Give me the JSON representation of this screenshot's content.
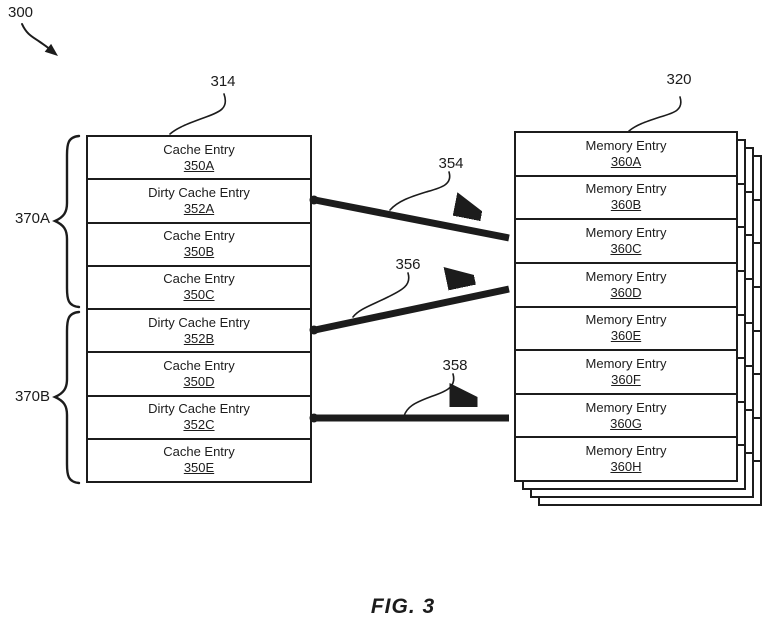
{
  "figure": {
    "number": "300",
    "caption": "FIG. 3"
  },
  "cache_array": {
    "ref": "314",
    "groups": [
      {
        "ref": "370A"
      },
      {
        "ref": "370B"
      }
    ],
    "rows": [
      {
        "label": "Cache Entry",
        "ref": "350A"
      },
      {
        "label": "Dirty Cache Entry",
        "ref": "352A"
      },
      {
        "label": "Cache Entry",
        "ref": "350B"
      },
      {
        "label": "Cache Entry",
        "ref": "350C"
      },
      {
        "label": "Dirty Cache Entry",
        "ref": "352B"
      },
      {
        "label": "Cache Entry",
        "ref": "350D"
      },
      {
        "label": "Dirty Cache Entry",
        "ref": "352C"
      },
      {
        "label": "Cache Entry",
        "ref": "350E"
      }
    ]
  },
  "memory": {
    "ref": "320",
    "rows": [
      {
        "label": "Memory Entry",
        "ref": "360A"
      },
      {
        "label": "Memory Entry",
        "ref": "360B"
      },
      {
        "label": "Memory Entry",
        "ref": "360C"
      },
      {
        "label": "Memory Entry",
        "ref": "360D"
      },
      {
        "label": "Memory Entry",
        "ref": "360E"
      },
      {
        "label": "Memory Entry",
        "ref": "360F"
      },
      {
        "label": "Memory Entry",
        "ref": "360G"
      },
      {
        "label": "Memory Entry",
        "ref": "360H"
      }
    ]
  },
  "arrows": [
    {
      "ref": "354",
      "from": "352A",
      "to": "360C"
    },
    {
      "ref": "356",
      "from": "352B",
      "to": "360D"
    },
    {
      "ref": "358",
      "from": "352C",
      "to": "360G"
    }
  ],
  "colors": {
    "ink": "#1c1c1c",
    "background": "#ffffff"
  }
}
